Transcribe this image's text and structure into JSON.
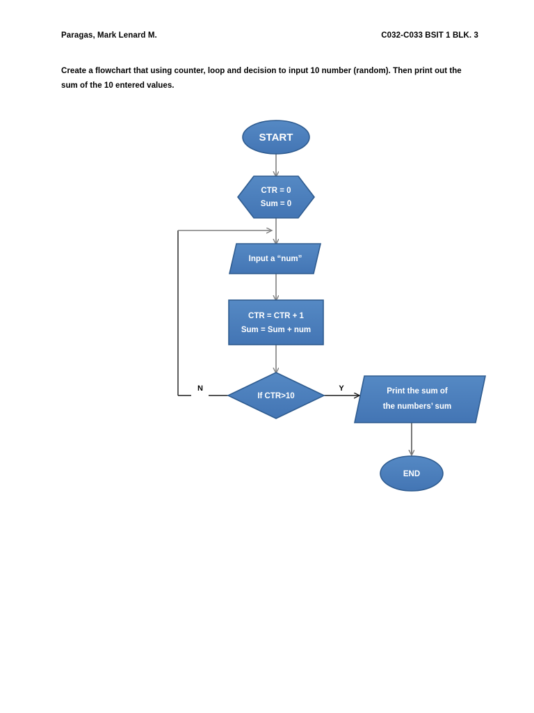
{
  "header": {
    "student_name": "Paragas, Mark Lenard M.",
    "section": "C032-C033 BSIT 1 BLK. 3"
  },
  "instruction": {
    "text": "Create a flowchart that using counter, loop and decision to input 10 number (random). Then print out the sum of the 10 entered values."
  },
  "colors": {
    "shape_fill": "#4a7ebb",
    "shape_stroke": "#2e5b8f",
    "shape_text": "#ffffff",
    "connector": "#7f7f7f",
    "connector_dark": "#1a1a1a",
    "page_background": "#ffffff",
    "body_text": "#000000"
  },
  "flowchart": {
    "title": "Counter loop and decision flowchart",
    "nodes": [
      {
        "id": "start",
        "type": "terminator",
        "shape": "ellipse",
        "label": "START"
      },
      {
        "id": "init",
        "type": "preparation",
        "shape": "hexagon",
        "line1": "CTR = 0",
        "line2": "Sum = 0"
      },
      {
        "id": "input",
        "type": "input",
        "shape": "parallelogram",
        "label": "Input a “num”"
      },
      {
        "id": "process",
        "type": "process",
        "shape": "rectangle",
        "line1": "CTR = CTR + 1",
        "line2": "Sum = Sum + num"
      },
      {
        "id": "decision",
        "type": "decision",
        "shape": "diamond",
        "label": "If CTR>10"
      },
      {
        "id": "output",
        "type": "output",
        "shape": "parallelogram",
        "line1": "Print the sum of",
        "line2": "the numbers’ sum"
      },
      {
        "id": "end",
        "type": "terminator",
        "shape": "ellipse",
        "label": "END"
      }
    ],
    "edges": [
      {
        "id": "start-init",
        "from": "start",
        "to": "init",
        "label": ""
      },
      {
        "id": "init-input",
        "from": "init",
        "to": "input",
        "label": ""
      },
      {
        "id": "input-process",
        "from": "input",
        "to": "process",
        "label": ""
      },
      {
        "id": "process-decision",
        "from": "process",
        "to": "decision",
        "label": ""
      },
      {
        "id": "decision-output",
        "from": "decision",
        "to": "output",
        "label": "Y"
      },
      {
        "id": "decision-loop",
        "from": "decision",
        "to": "input",
        "label": "N"
      },
      {
        "id": "output-end",
        "from": "output",
        "to": "end",
        "label": ""
      }
    ],
    "branch_yes": "Y",
    "branch_no": "N"
  }
}
